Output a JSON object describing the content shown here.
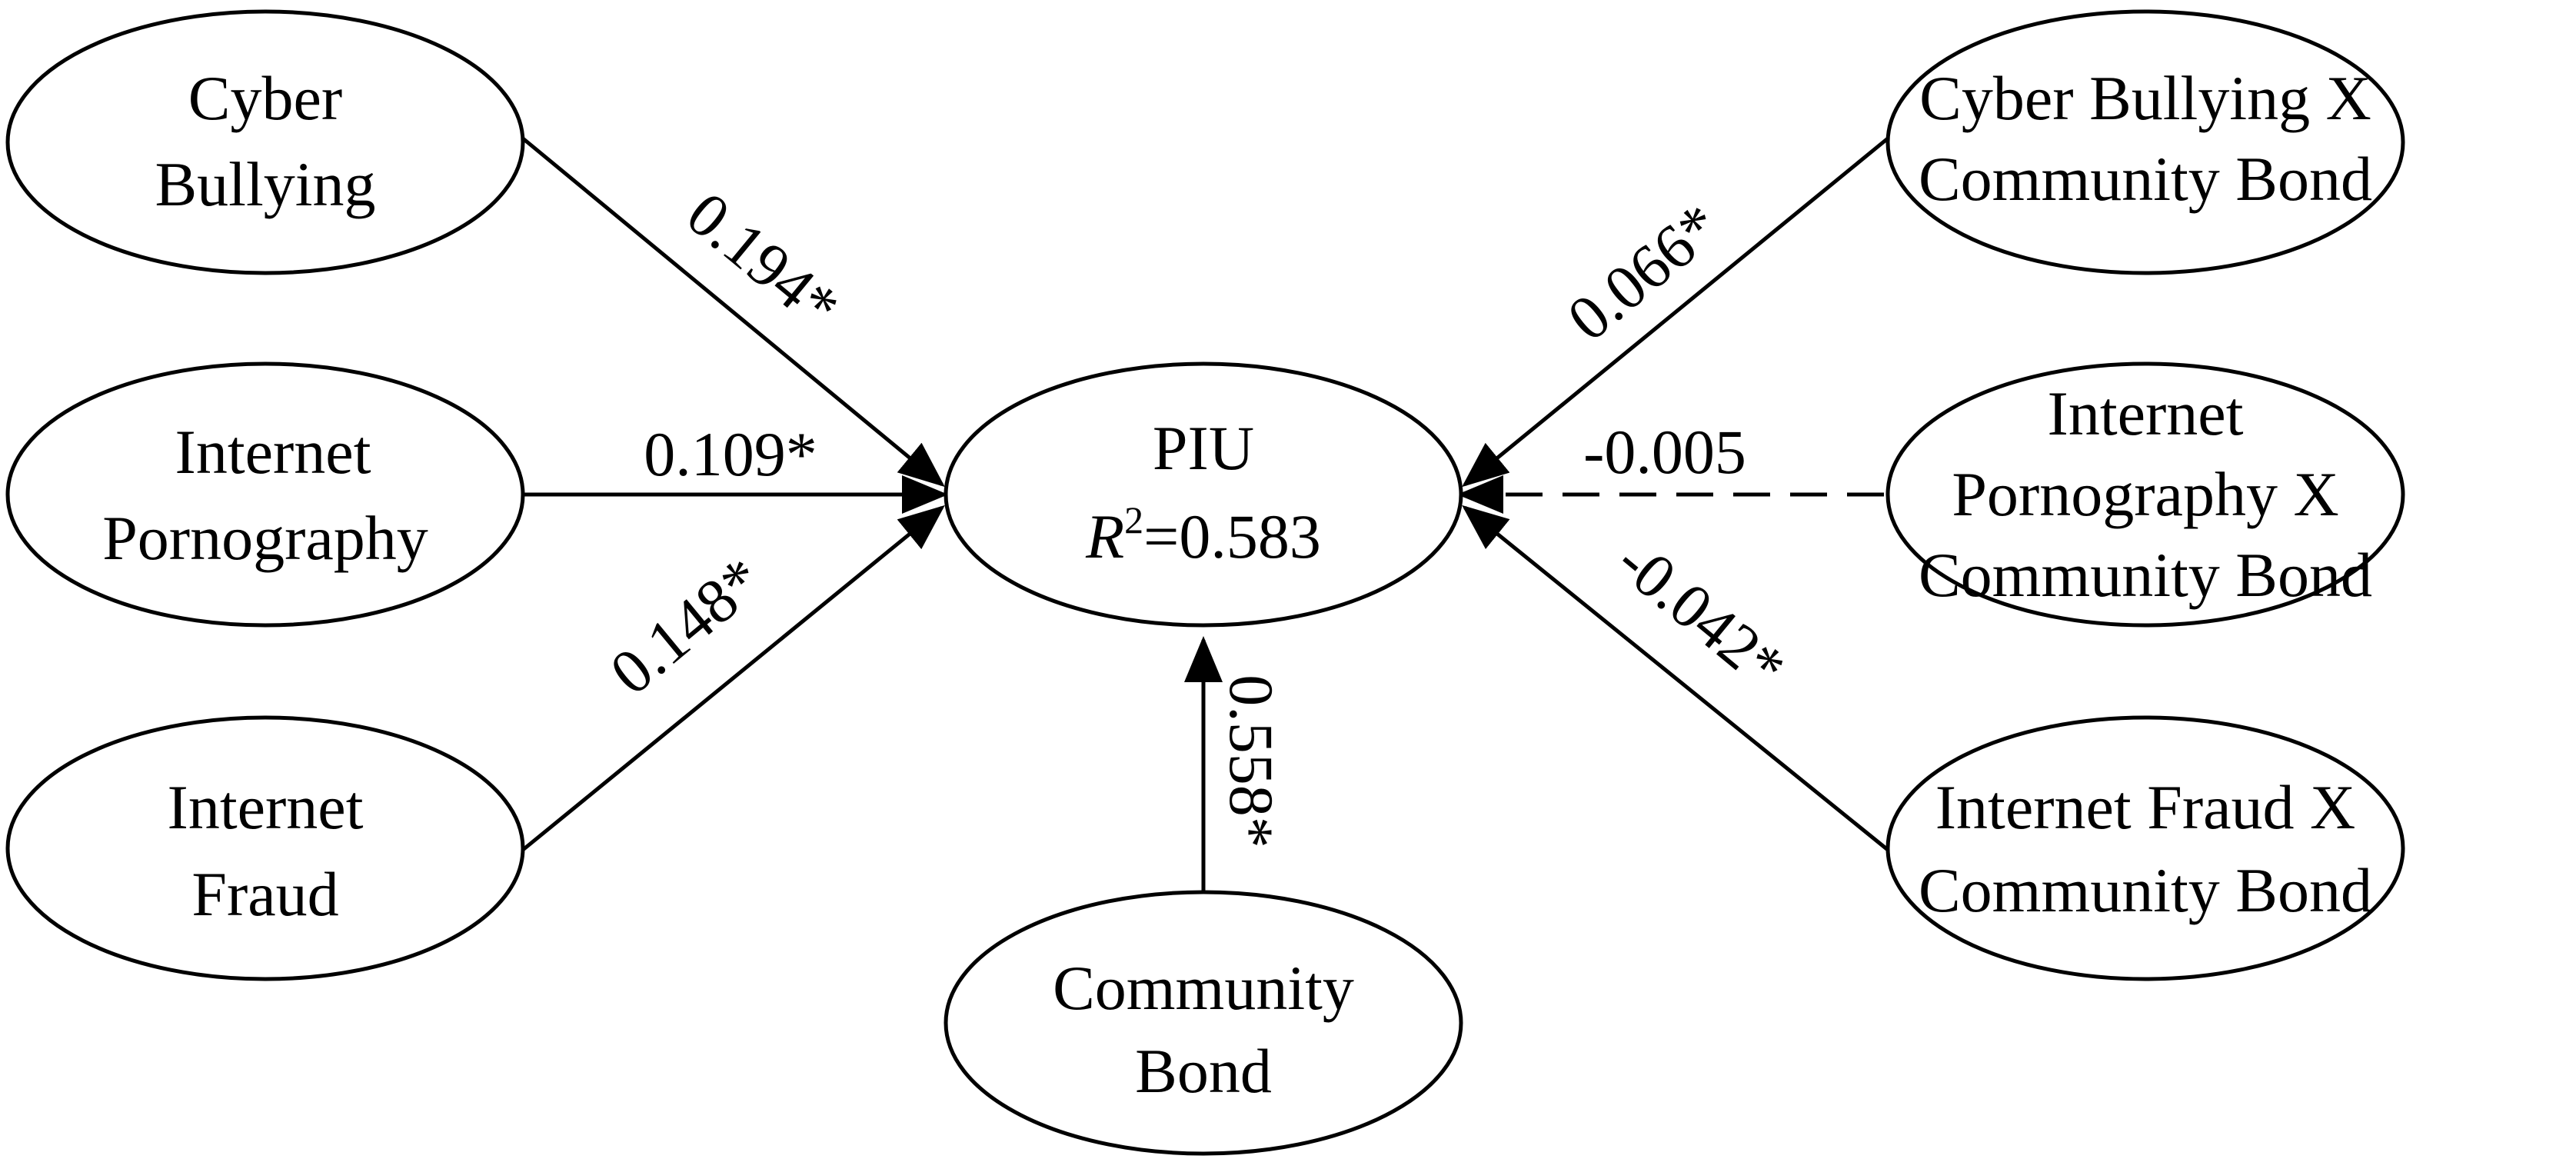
{
  "nodes": {
    "cyber_bullying": {
      "lines": [
        "Cyber",
        "Bullying"
      ]
    },
    "internet_pornography": {
      "lines": [
        "Internet",
        "Pornography"
      ]
    },
    "internet_fraud": {
      "lines": [
        "Internet",
        "Fraud"
      ]
    },
    "piu": {
      "title": "PIU",
      "r2_symbol": "R",
      "r2_exponent": "2",
      "r2_value": "=0.583"
    },
    "community_bond": {
      "lines": [
        "Community",
        "Bond"
      ]
    },
    "cb_x_community": {
      "lines": [
        "Cyber Bullying X",
        "Community Bond"
      ]
    },
    "ip_x_community": {
      "lines": [
        "Internet",
        "Pornography X",
        "Community Bond"
      ]
    },
    "if_x_community": {
      "lines": [
        "Internet Fraud X",
        "Community Bond"
      ]
    }
  },
  "edges": {
    "cyber_bullying_to_piu": {
      "label": "0.194*",
      "style": "solid"
    },
    "internet_pornography_to_piu": {
      "label": "0.109*",
      "style": "solid"
    },
    "internet_fraud_to_piu": {
      "label": "0.148*",
      "style": "solid"
    },
    "community_bond_to_piu": {
      "label": "0.558*",
      "style": "solid"
    },
    "cb_x_community_to_piu": {
      "label": "0.066*",
      "style": "solid"
    },
    "ip_x_community_to_piu": {
      "label": "-0.005",
      "style": "dashed"
    },
    "if_x_community_to_piu": {
      "label": "-0.042*",
      "style": "solid"
    }
  },
  "colors": {
    "stroke": "#000000",
    "fill": "#ffffff",
    "text": "#000000"
  }
}
